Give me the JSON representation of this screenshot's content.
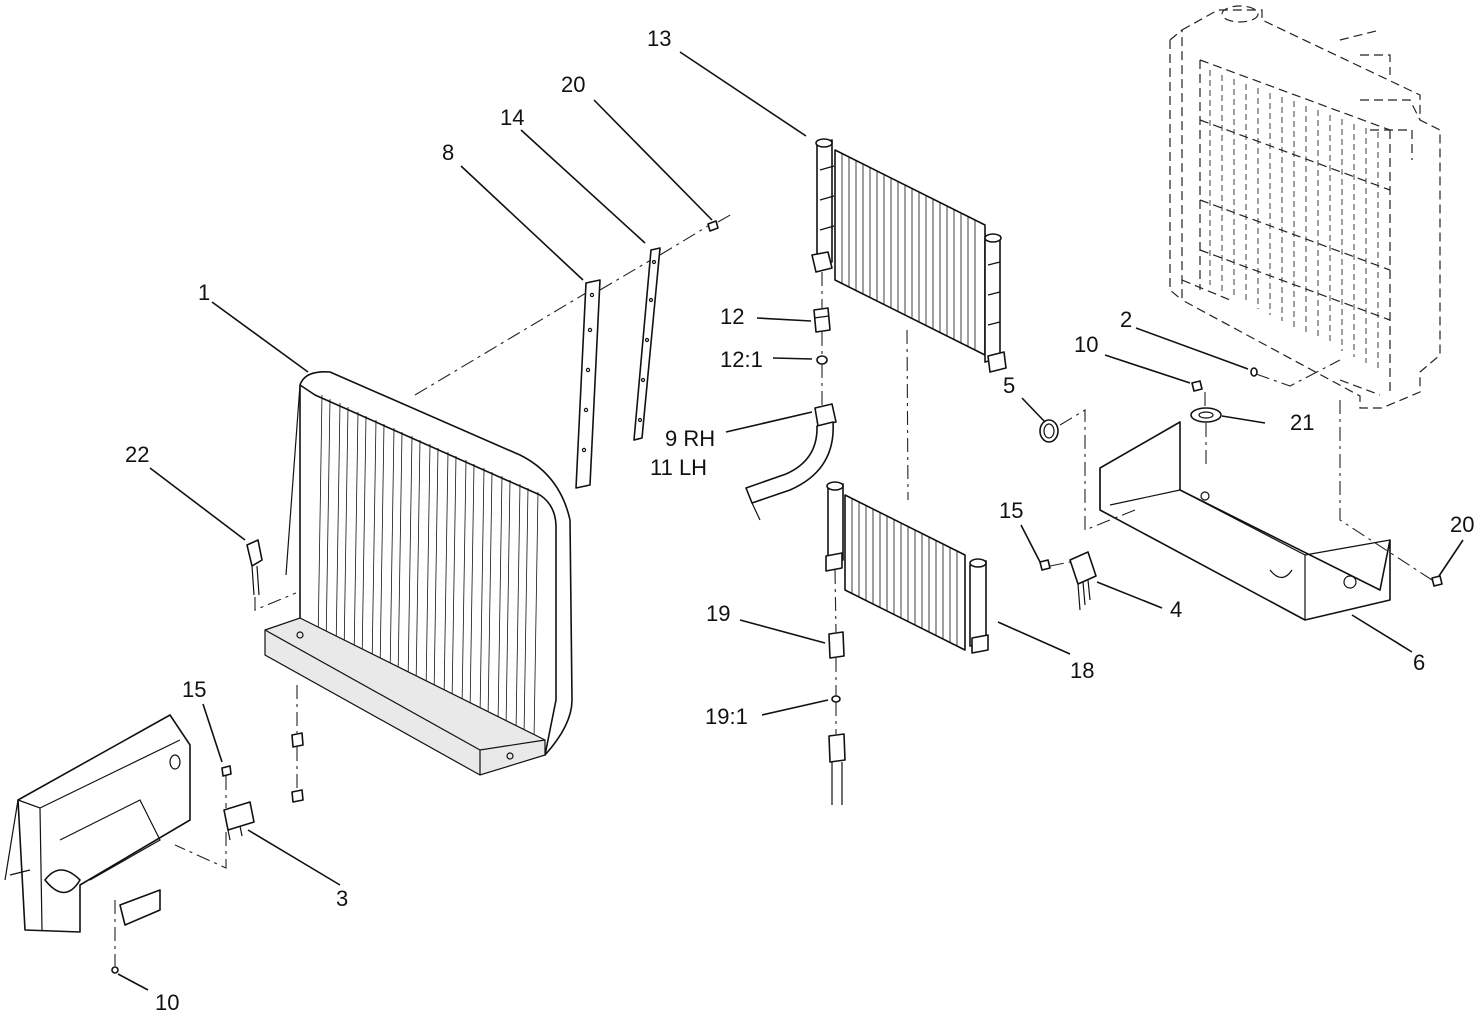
{
  "callouts": {
    "c1": "1",
    "c2": "2",
    "c3": "3",
    "c4": "4",
    "c5": "5",
    "c6": "6",
    "c8": "8",
    "c9": "9 RH",
    "c11": "11 LH",
    "c10a": "10",
    "c10b": "10",
    "c12": "12",
    "c12_1": "12:1",
    "c13": "13",
    "c14": "14",
    "c15a": "15",
    "c15b": "15",
    "c18": "18",
    "c19": "19",
    "c19_1": "19:1",
    "c20a": "20",
    "c20b": "20",
    "c21": "21",
    "c22": "22"
  }
}
